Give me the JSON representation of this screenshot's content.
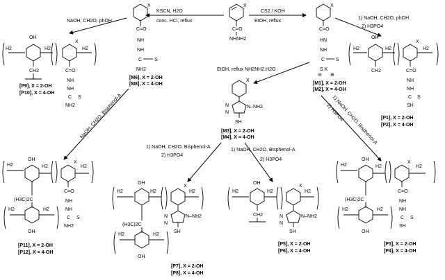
{
  "reagents": {
    "top_left_polymer": "NaOH, CH2O, phOH",
    "kscn_1": "KSCN, H2O",
    "kscn_2": "conc. HCl, reflux",
    "cs2_1": "CS2 / KOH",
    "cs2_2": "EtOH, reflux",
    "top_right_1": "1) NaOH, CH2O, phOH",
    "top_right_2": "2) H3PO4",
    "hydrazine": "EtOH, reflux   NH2NH2.H2O",
    "left_diag": "NaOH, CH2O, Bisphenol-A",
    "right_diag_1": "1) NaOH, CH2O, Bisphenol-A",
    "right_diag_2": "2) H3PO4",
    "mid_left_1": "1) NaOH, CH2O, Bisphenol-A",
    "mid_left_2": "2) H3PO4",
    "mid_right_1": "1) NaOH, CH2O, Bisphenol-A",
    "mid_right_2": "2) H3PO4"
  },
  "compounds": {
    "M6": "[M6], X = 2-OH",
    "M8": "[M8], X = 4-OH",
    "M1": "[M1], X = 2-OH",
    "M2": "[M2], X = 4-OH",
    "M3": "[M3], X = 2-OH",
    "M4": "[M4], X = 4-OH",
    "P9": "[P9], X = 2-OH",
    "P10": "[P10], X = 4-OH",
    "P1": "[P1], X = 2-OH",
    "P2": "[P2], X = 4-OH",
    "P11": "[P11], X = 2-OH",
    "P12": "[P12], X = 4-OH",
    "P7": "[P7], X = 2-OH",
    "P8": "[P8], X = 4-OH",
    "P5": "[P5], X = 2-OH",
    "P6": "[P6], X = 4-OH",
    "P3": "[P3], X = 2-OH",
    "P4": "[P4], X = 4-OH"
  },
  "atoms": {
    "x": "X",
    "oh": "OH",
    "h2": "H2",
    "c": "C",
    "ch2": "CH2",
    "co": "C=O",
    "nh": "NH",
    "nhnh2": "NHNH2",
    "hn": "HN",
    "nh2": "NH2",
    "s": "S",
    "sh": "SH",
    "sk": "S  K",
    "minus": "⊖",
    "plus": "⊕",
    "h3c2c": "(H3C)2C",
    "n_nh2": "N–NH2",
    "n": "N"
  }
}
